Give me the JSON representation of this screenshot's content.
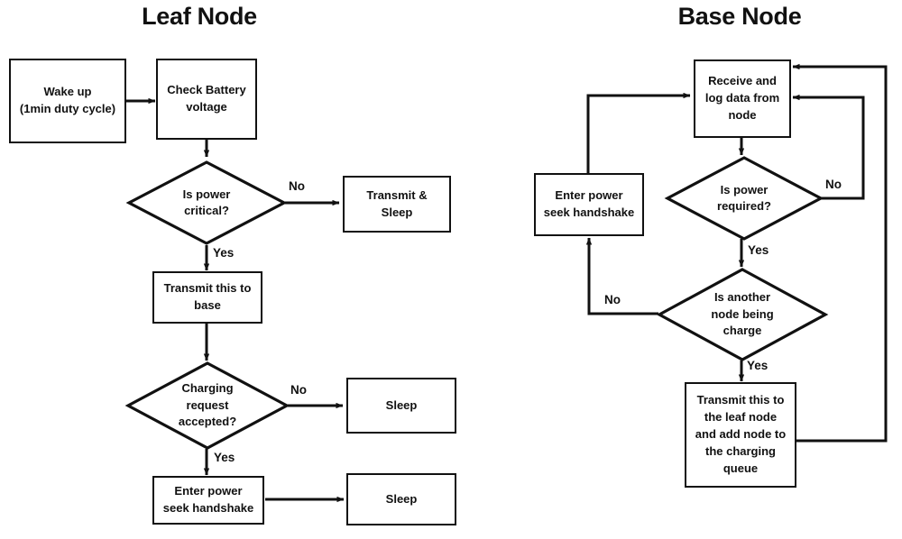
{
  "diagram": {
    "type": "flowchart",
    "background_color": "#ffffff",
    "stroke_color": "#111111",
    "text_color": "#111111",
    "panels": [
      {
        "id": "leaf",
        "title": "Leaf Node",
        "nodes": [
          {
            "id": "wake",
            "shape": "process",
            "text": "Wake up\n(1min duty cycle)"
          },
          {
            "id": "check_battery",
            "shape": "process",
            "text": "Check Battery\nvoltage"
          },
          {
            "id": "power_crit",
            "shape": "decision",
            "text": "Is power\ncritical?"
          },
          {
            "id": "transmit_sleep",
            "shape": "process",
            "text": "Transmit &\nSleep"
          },
          {
            "id": "transmit_base",
            "shape": "process",
            "text": "Transmit this to\nbase"
          },
          {
            "id": "charge_req",
            "shape": "decision",
            "text": "Charging\nrequest\naccepted?"
          },
          {
            "id": "sleep_1",
            "shape": "process",
            "text": "Sleep"
          },
          {
            "id": "handshake_leaf",
            "shape": "process",
            "text": "Enter power\nseek handshake"
          },
          {
            "id": "sleep_2",
            "shape": "process",
            "text": "Sleep"
          }
        ],
        "edges": [
          {
            "from": "wake",
            "to": "check_battery",
            "label": ""
          },
          {
            "from": "check_battery",
            "to": "power_crit",
            "label": ""
          },
          {
            "from": "power_crit",
            "to": "transmit_sleep",
            "label": "No"
          },
          {
            "from": "power_crit",
            "to": "transmit_base",
            "label": "Yes"
          },
          {
            "from": "transmit_base",
            "to": "charge_req",
            "label": ""
          },
          {
            "from": "charge_req",
            "to": "sleep_1",
            "label": "No"
          },
          {
            "from": "charge_req",
            "to": "handshake_leaf",
            "label": "Yes"
          },
          {
            "from": "handshake_leaf",
            "to": "sleep_2",
            "label": ""
          }
        ]
      },
      {
        "id": "base",
        "title": "Base Node",
        "nodes": [
          {
            "id": "receive_log",
            "shape": "process",
            "text": "Receive and\nlog data  from\nnode"
          },
          {
            "id": "handshake_base",
            "shape": "process",
            "text": "Enter power\nseek handshake"
          },
          {
            "id": "power_req",
            "shape": "decision",
            "text": "Is power\nrequired?"
          },
          {
            "id": "another_node",
            "shape": "decision",
            "text": "Is another\nnode being\ncharge"
          },
          {
            "id": "transmit_leaf",
            "shape": "process",
            "text": "Transmit this to\nthe leaf node\nand add node to\nthe charging\nqueue"
          }
        ],
        "edges": [
          {
            "from": "receive_log",
            "to": "power_req",
            "label": ""
          },
          {
            "from": "power_req",
            "to": "receive_log",
            "label": "No"
          },
          {
            "from": "power_req",
            "to": "another_node",
            "label": "Yes"
          },
          {
            "from": "another_node",
            "to": "handshake_base",
            "label": "No"
          },
          {
            "from": "another_node",
            "to": "transmit_leaf",
            "label": "Yes"
          },
          {
            "from": "handshake_base",
            "to": "receive_log",
            "label": ""
          },
          {
            "from": "transmit_leaf",
            "to": "receive_log",
            "label": ""
          }
        ]
      }
    ],
    "edge_labels": {
      "leaf_power_crit_no": "No",
      "leaf_power_crit_yes": "Yes",
      "leaf_charge_no": "No",
      "leaf_charge_yes": "Yes",
      "base_power_req_no": "No",
      "base_power_req_yes": "Yes",
      "base_another_no": "No",
      "base_another_yes": "Yes"
    }
  }
}
